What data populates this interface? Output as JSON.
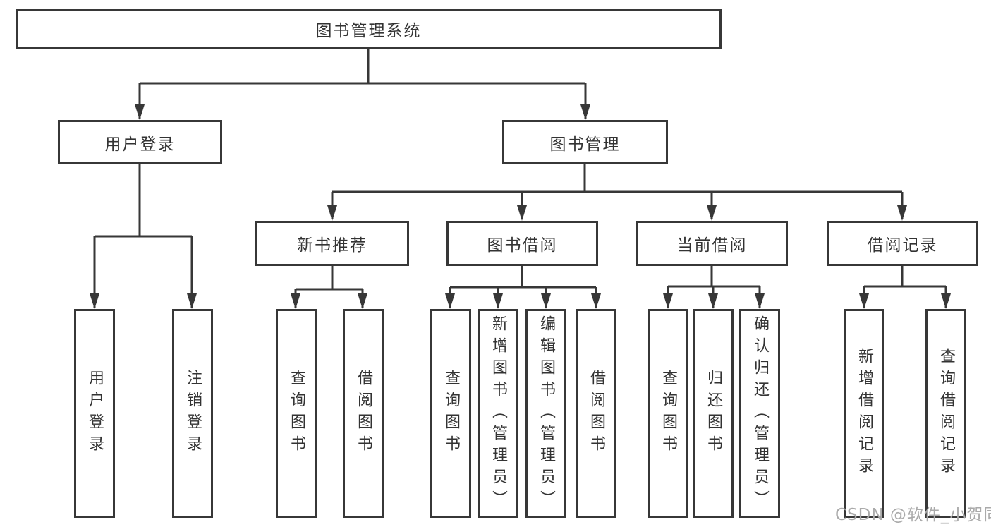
{
  "diagram_title": "图书管理系统",
  "colors": {
    "line": "#373737",
    "box_border": "#373737",
    "box_background": "#ffffff",
    "text": "#333333",
    "watermark": "#aaaaaa"
  },
  "watermark": {
    "text": "CSDN @软件_小贺同学"
  },
  "tree": {
    "root": {
      "label": "图书管理系统",
      "children": [
        {
          "label": "用户登录",
          "children": [
            {
              "label": "用户登录"
            },
            {
              "label": "注销登录"
            }
          ]
        },
        {
          "label": "图书管理",
          "children": [
            {
              "label": "新书推荐",
              "children": [
                {
                  "label": "查询图书"
                },
                {
                  "label": "借阅图书"
                }
              ]
            },
            {
              "label": "图书借阅",
              "children": [
                {
                  "label": "查询图书"
                },
                {
                  "label": "新增图书（管理员）"
                },
                {
                  "label": "编辑图书（管理员）"
                },
                {
                  "label": "借阅图书"
                }
              ]
            },
            {
              "label": "当前借阅",
              "children": [
                {
                  "label": "查询图书"
                },
                {
                  "label": "归还图书"
                },
                {
                  "label": "确认归还（管理员）"
                }
              ]
            },
            {
              "label": "借阅记录",
              "children": [
                {
                  "label": "新增借阅记录"
                },
                {
                  "label": "查询借阅记录"
                }
              ]
            }
          ]
        }
      ]
    }
  }
}
